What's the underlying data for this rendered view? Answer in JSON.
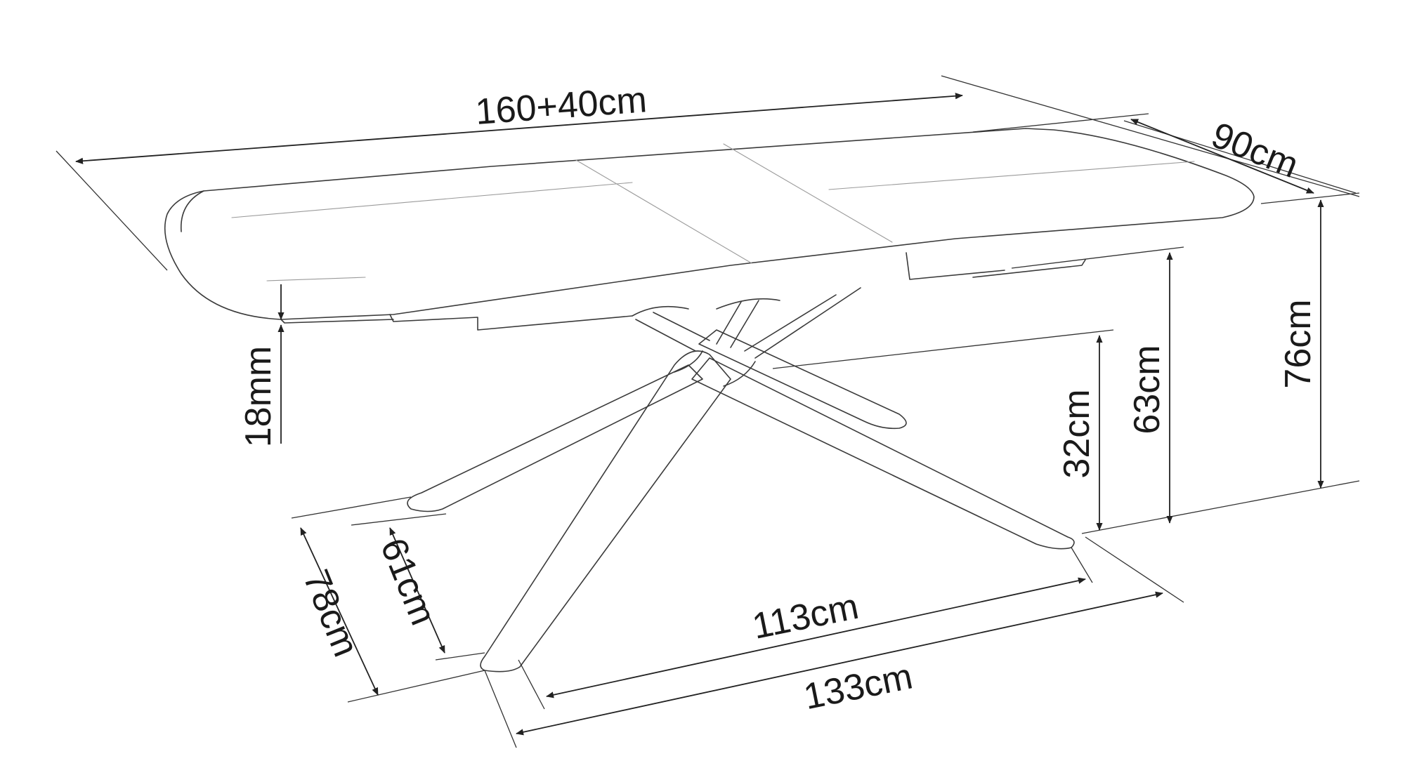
{
  "dimensions": {
    "length": "160+40cm",
    "width": "90cm",
    "total_height": "76cm",
    "underframe_height": "63cm",
    "leg_height": "32cm",
    "top_thickness": "18mm",
    "base_depth_outer": "78cm",
    "base_depth_inner": "61cm",
    "base_length_inner": "113cm",
    "base_length_outer": "133cm"
  },
  "colors": {
    "line": "#3a3a3a",
    "background": "#ffffff"
  }
}
